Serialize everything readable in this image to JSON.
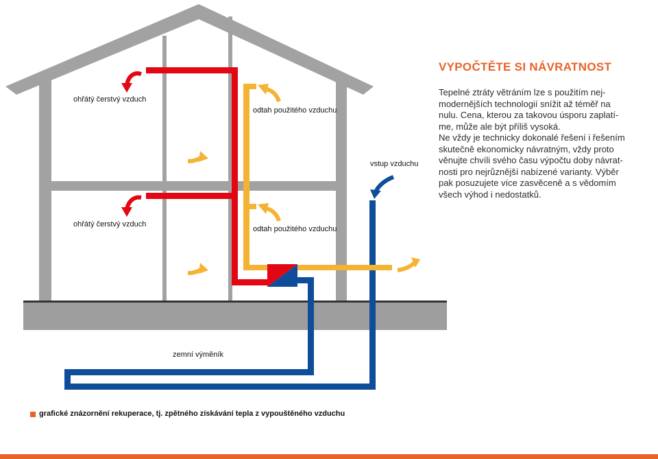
{
  "heading": "VYPOČTĚTE SI NÁVRATNOST",
  "body_lines": [
    "Tepelné ztráty větráním lze s použitím nej-",
    "modernějších technologií snížit až téměř na",
    "nulu. Cena, kterou za takovou úsporu zaplatí-",
    "me, může ale být příliš vysoká.",
    "Ne vždy je technicky dokonalé řešení i řešením",
    "skutečně ekonomicky návratným, vždy proto",
    "věnujte chvíli svého času výpočtu doby návrat-",
    "nosti pro nejrůznější nabízené varianty. Výběr",
    "pak posuzujete více zasvěceně a s vědomím",
    "všech výhod i nedostatků."
  ],
  "labels": {
    "warm_fresh_air_top": "ohřátý čerstvý vzduch",
    "exhaust_air_top": "odtah použitého vzduchu",
    "air_intake": "vstup vzduchu",
    "warm_fresh_air_bottom": "ohřátý čerstvý vzduch",
    "exhaust_air_bottom": "odtah použitého vzduchu",
    "ground_exchanger": "zemní výměník"
  },
  "caption": "grafické znázornění rekuperace, tj. zpětného získávání tepla z vypouštěného vzduchu",
  "colors": {
    "accent": "#e8622a",
    "warm_duct": "#e30613",
    "exhaust_duct": "#f5b335",
    "cold_duct": "#0f4c9a",
    "house_gray": "#a2a2a2",
    "ground_gray": "#9e9e9e"
  }
}
